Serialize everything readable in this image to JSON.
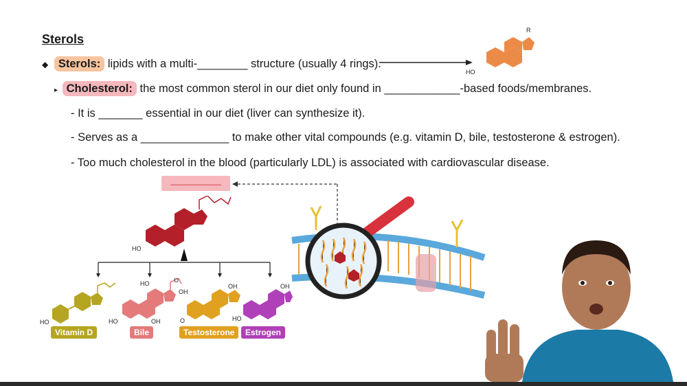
{
  "slide": {
    "title": "Sterols",
    "bullets": {
      "sterols_label": "Sterols:",
      "sterols_text": "lipids with a multi-________ structure (usually 4 rings).",
      "cholesterol_label": "Cholesterol:",
      "cholesterol_text": "the most common sterol in our diet only found in ____________-based foods/membranes.",
      "sub1": "- It is _______ essential in our diet (liver can synthesize it).",
      "sub2": "- Serves as a ______________ to make other vital compounds (e.g. vitamin D, bile, testosterone & estrogen).",
      "sub3": "- Too much cholesterol in the blood (particularly LDL) is associated with cardiovascular disease."
    },
    "diagram": {
      "top_structure_r": "R",
      "top_structure_ho": "HO",
      "blank_box": "___________",
      "cholesterol_ho": "HO",
      "derivatives": [
        {
          "name": "Vitamin D",
          "color": "#b5a520",
          "ho": "HO"
        },
        {
          "name": "Bile",
          "color": "#e47a7a",
          "ho": "HO",
          "oh1": "HO",
          "oh2": "OH",
          "o": "O",
          "oh3": "OH"
        },
        {
          "name": "Testosterone",
          "color": "#e0a020",
          "oh": "OH",
          "o": "O"
        },
        {
          "name": "Estrogen",
          "color": "#b040b8",
          "oh": "OH",
          "ho": "HO"
        }
      ]
    }
  },
  "colors": {
    "orange": "#ec8a48",
    "dark_red": "#b3202a",
    "membrane_blue": "#5aa8dc",
    "lipid_orange": "#e8a040",
    "magnifier_handle": "#d8323c",
    "skin": "#b07a58",
    "shirt": "#1b7aa6"
  }
}
